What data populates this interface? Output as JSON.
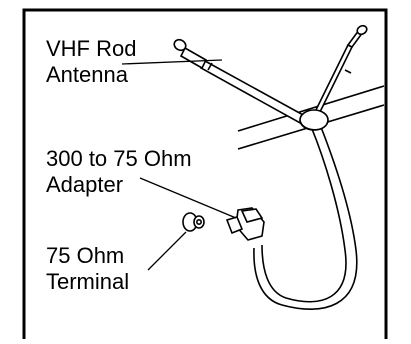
{
  "labels": {
    "vhf_line1": "VHF Rod",
    "vhf_line2": "Antenna",
    "adapter_line1": "300 to 75 Ohm",
    "adapter_line2": "Adapter",
    "terminal_line1": "75 Ohm",
    "terminal_line2": "Terminal"
  },
  "colors": {
    "line": "#000000",
    "fill": "#ffffff"
  }
}
